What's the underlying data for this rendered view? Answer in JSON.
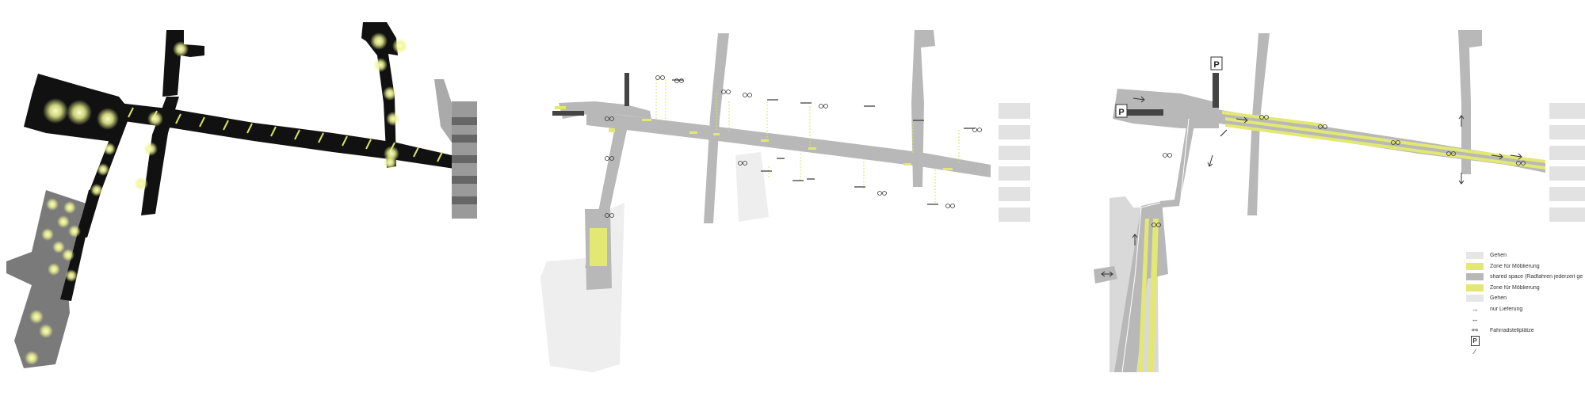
{
  "panels": [
    {
      "name": "lighting-plan"
    },
    {
      "name": "furniture-plan"
    },
    {
      "name": "traffic-plan"
    }
  ],
  "colors": {
    "street_dark": "#111111",
    "glow": "#f2f7a8",
    "shared_space": "#b8b8b8",
    "gehen": "#e6e6e6",
    "zone_moeblierung": "#e3e873",
    "building_grey": "#7a7a7a",
    "dark_block": "#444444"
  },
  "legend": {
    "items": [
      {
        "symbol": "swatch-gehen",
        "label": "Gehen"
      },
      {
        "symbol": "swatch-zone",
        "label": "Zone für Möblierung"
      },
      {
        "symbol": "swatch-shared",
        "label": "shared space  (Radfahren jederzeit ge"
      },
      {
        "symbol": "swatch-zone",
        "label": "Zone für Möblierung"
      },
      {
        "symbol": "swatch-gehen",
        "label": "Gehen"
      },
      {
        "symbol": "arrow-right",
        "label": "nur Lieferung"
      },
      {
        "symbol": "arrow-both",
        "label": ""
      },
      {
        "symbol": "bike",
        "label": "Fahrradstellplätze"
      },
      {
        "symbol": "parking",
        "label": ""
      },
      {
        "symbol": "no-entry",
        "label": ""
      }
    ]
  },
  "parking_label": "P"
}
